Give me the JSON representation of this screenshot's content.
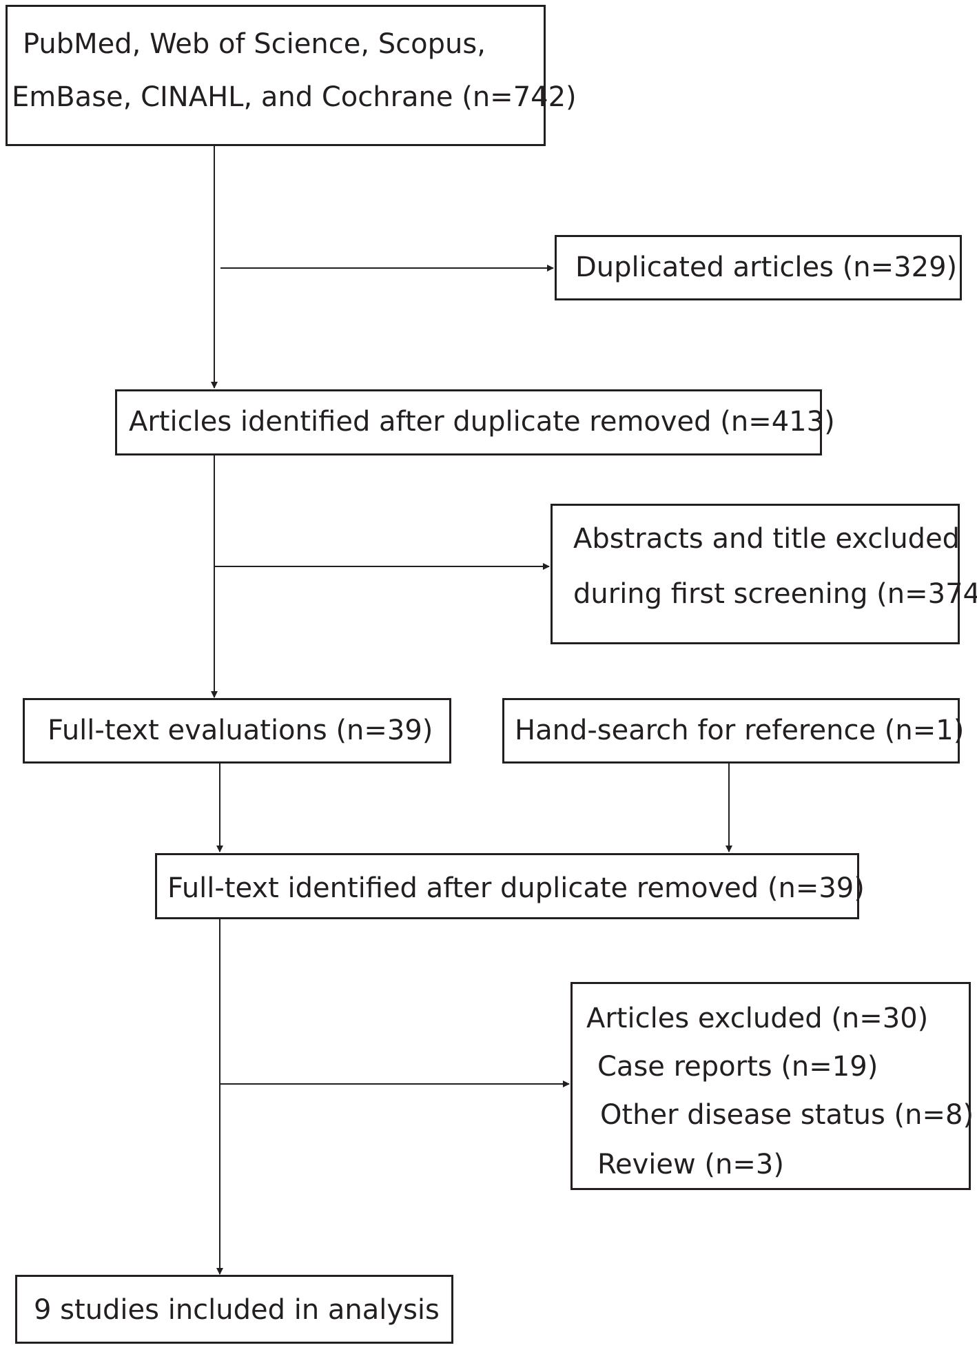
{
  "boxes": {
    "sources": {
      "line1": "PubMed, Web of Science, Scopus,",
      "line2": "EmBase, CINAHL,  and Cochrane (n=742)"
    },
    "duplicated": {
      "text": "Duplicated articles (n=329)"
    },
    "identified": {
      "text": "Articles identified after duplicate removed (n=413)"
    },
    "abstracts_excluded": {
      "line1": "Abstracts and title excluded",
      "line2": "during first screening (n=374)"
    },
    "full_text_eval": {
      "text": "Full-text evaluations (n=39)"
    },
    "hand_search": {
      "text": "Hand-search for reference (n=1)"
    },
    "full_text_identified": {
      "text": "Full-text identified after duplicate removed (n=39)"
    },
    "articles_excluded": {
      "title": "Articles excluded (n=30)",
      "items": [
        "Case reports (n=19)",
        "Other disease status (n=8)",
        "Review (n=3)"
      ]
    },
    "included": {
      "text": "9 studies included in analysis"
    }
  },
  "colors": {
    "stroke": "#231f20",
    "background": "#ffffff"
  }
}
